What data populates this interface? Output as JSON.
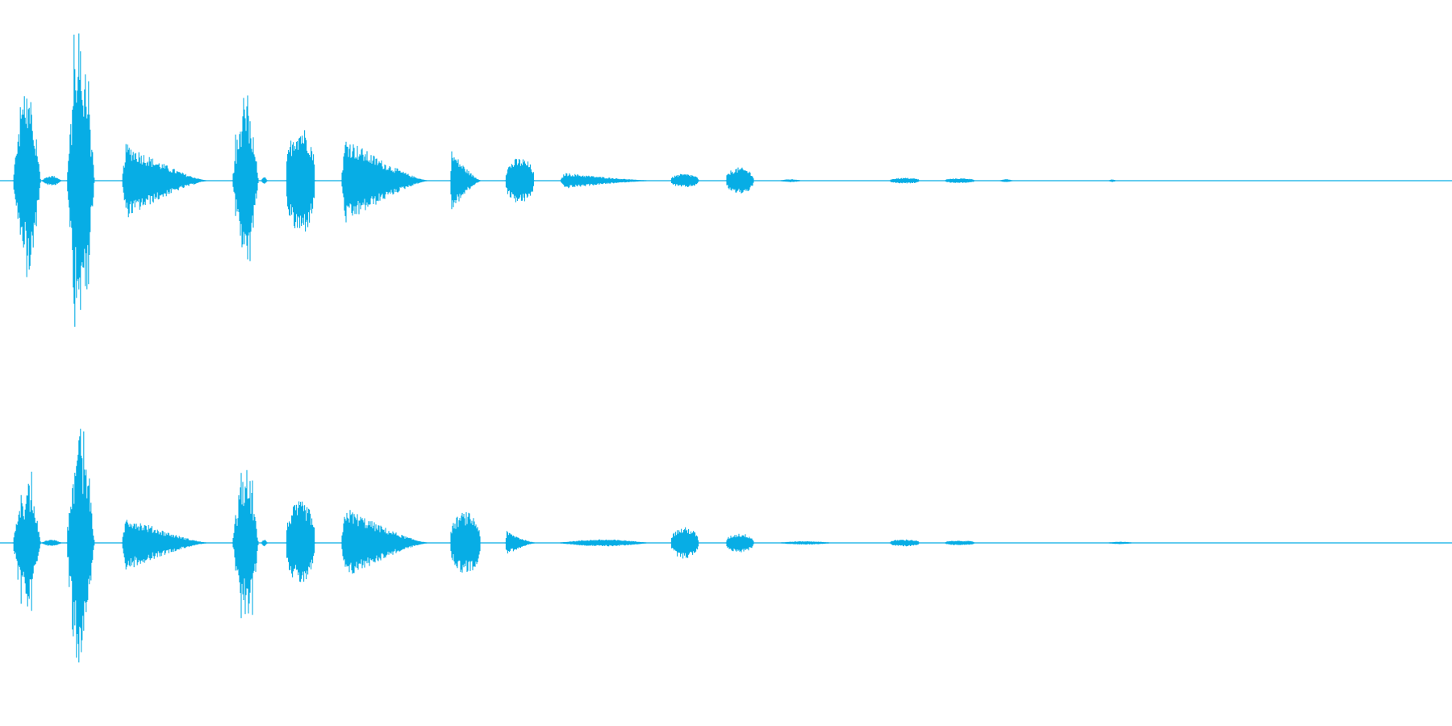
{
  "waveform": {
    "color": "#07ADE5",
    "channel_count": 2,
    "channels": [
      {
        "id": "top",
        "bursts": [
          {
            "start": 0.009,
            "end": 0.028,
            "peak": 0.7,
            "shape": "spiky"
          },
          {
            "start": 0.029,
            "end": 0.042,
            "peak": 0.03,
            "shape": "flat"
          },
          {
            "start": 0.046,
            "end": 0.065,
            "peak": 1.0,
            "shape": "spiky"
          },
          {
            "start": 0.084,
            "end": 0.142,
            "peak": 0.25,
            "shape": "decay"
          },
          {
            "start": 0.16,
            "end": 0.178,
            "peak": 0.55,
            "shape": "spiky"
          },
          {
            "start": 0.18,
            "end": 0.184,
            "peak": 0.02,
            "shape": "flat"
          },
          {
            "start": 0.197,
            "end": 0.217,
            "peak": 0.34,
            "shape": "sustain"
          },
          {
            "start": 0.235,
            "end": 0.294,
            "peak": 0.29,
            "shape": "decay"
          },
          {
            "start": 0.31,
            "end": 0.331,
            "peak": 0.2,
            "shape": "decay"
          },
          {
            "start": 0.348,
            "end": 0.368,
            "peak": 0.14,
            "shape": "sustain"
          },
          {
            "start": 0.386,
            "end": 0.445,
            "peak": 0.05,
            "shape": "decay"
          },
          {
            "start": 0.462,
            "end": 0.481,
            "peak": 0.04,
            "shape": "sustain"
          },
          {
            "start": 0.5,
            "end": 0.519,
            "peak": 0.08,
            "shape": "sustain"
          },
          {
            "start": 0.538,
            "end": 0.551,
            "peak": 0.006,
            "shape": "flat"
          },
          {
            "start": 0.613,
            "end": 0.633,
            "peak": 0.015,
            "shape": "sustain"
          },
          {
            "start": 0.651,
            "end": 0.671,
            "peak": 0.012,
            "shape": "sustain"
          },
          {
            "start": 0.689,
            "end": 0.697,
            "peak": 0.006,
            "shape": "flat"
          },
          {
            "start": 0.764,
            "end": 0.768,
            "peak": 0.005,
            "shape": "flat"
          }
        ]
      },
      {
        "id": "bottom",
        "bursts": [
          {
            "start": 0.009,
            "end": 0.028,
            "peak": 0.48,
            "shape": "spiky"
          },
          {
            "start": 0.029,
            "end": 0.042,
            "peak": 0.02,
            "shape": "flat"
          },
          {
            "start": 0.046,
            "end": 0.065,
            "peak": 0.97,
            "shape": "spiky"
          },
          {
            "start": 0.084,
            "end": 0.142,
            "peak": 0.19,
            "shape": "decay"
          },
          {
            "start": 0.16,
            "end": 0.178,
            "peak": 0.52,
            "shape": "spiky"
          },
          {
            "start": 0.18,
            "end": 0.184,
            "peak": 0.02,
            "shape": "flat"
          },
          {
            "start": 0.197,
            "end": 0.217,
            "peak": 0.27,
            "shape": "sustain"
          },
          {
            "start": 0.235,
            "end": 0.294,
            "peak": 0.25,
            "shape": "decay"
          },
          {
            "start": 0.31,
            "end": 0.331,
            "peak": 0.2,
            "shape": "sustain"
          },
          {
            "start": 0.348,
            "end": 0.368,
            "peak": 0.08,
            "shape": "decay"
          },
          {
            "start": 0.386,
            "end": 0.445,
            "peak": 0.02,
            "shape": "flat"
          },
          {
            "start": 0.462,
            "end": 0.481,
            "peak": 0.1,
            "shape": "sustain"
          },
          {
            "start": 0.5,
            "end": 0.519,
            "peak": 0.06,
            "shape": "sustain"
          },
          {
            "start": 0.538,
            "end": 0.571,
            "peak": 0.008,
            "shape": "flat"
          },
          {
            "start": 0.613,
            "end": 0.633,
            "peak": 0.02,
            "shape": "sustain"
          },
          {
            "start": 0.651,
            "end": 0.671,
            "peak": 0.012,
            "shape": "sustain"
          },
          {
            "start": 0.764,
            "end": 0.779,
            "peak": 0.005,
            "shape": "flat"
          }
        ]
      }
    ]
  }
}
